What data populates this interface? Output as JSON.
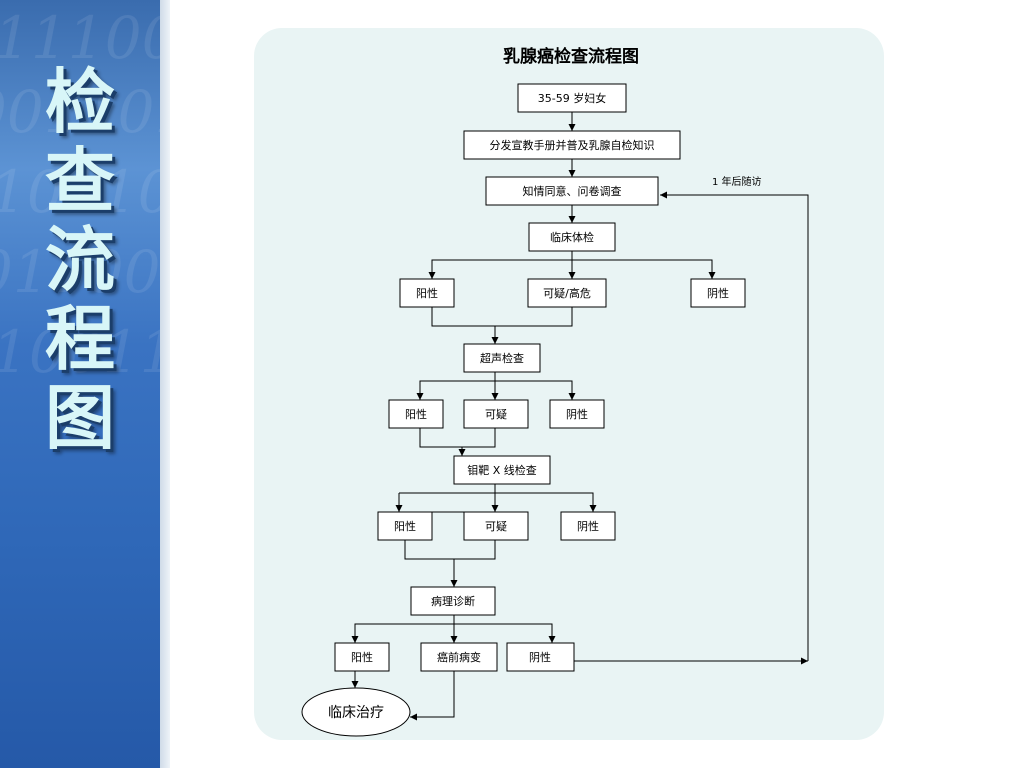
{
  "sidebar": {
    "title_chars": [
      "检",
      "查",
      "流",
      "程",
      "图"
    ]
  },
  "diagram": {
    "title": "乳腺癌检查流程图",
    "nodes": {
      "women": "35-59 岁妇女",
      "education": "分发宣教手册并普及乳腺自检知识",
      "consent": "知情同意、问卷调查",
      "clinical_exam": "临床体检",
      "ce_positive": "阳性",
      "ce_suspicious": "可疑/高危",
      "ce_negative": "阴性",
      "ultrasound": "超声检查",
      "us_positive": "阳性",
      "us_suspicious": "可疑",
      "us_negative": "阴性",
      "mammography": "钼靶 X 线检查",
      "mg_positive": "阳性",
      "mg_suspicious": "可疑",
      "mg_negative": "阴性",
      "pathology": "病理诊断",
      "pd_positive": "阳性",
      "pd_precancer": "癌前病变",
      "pd_negative": "阴性",
      "treatment": "临床治疗"
    },
    "followup_note": "1 年后随访"
  }
}
